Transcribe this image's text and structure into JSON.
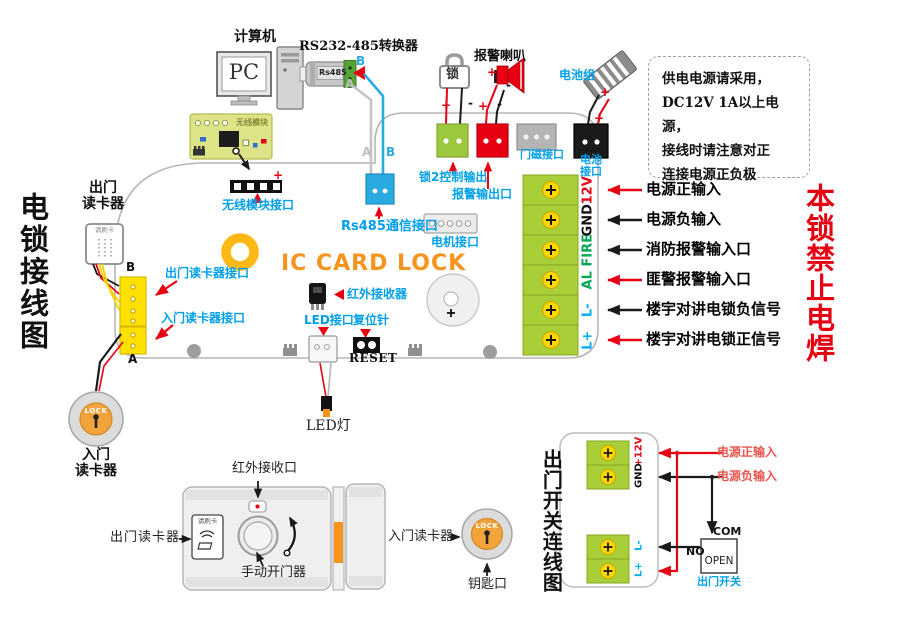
{
  "titles": {
    "left": "电锁接线图",
    "right": "本锁禁止电焊",
    "board": "IC CARD  LOCK",
    "exit_switch": "出门开关连线图"
  },
  "note": {
    "line1": "供电电源请采用，",
    "line2": "DC12V 1A以上电源，",
    "line3": "接线时请注意对正",
    "line4": "连接电源正负极"
  },
  "top": {
    "computer": "计算机",
    "pc": "PC",
    "converter": "RS232-485转换器",
    "converter_chip": "Rs485",
    "a": "A",
    "b": "B",
    "lock_char": "锁",
    "alarm_speaker": "报警喇叭",
    "battery": "电池组",
    "wireless_module": "无线模块"
  },
  "marks": {
    "plus": "+",
    "minus": "-"
  },
  "board": {
    "wireless_port": "无线模块接口",
    "lock2_out": "锁2控制输出",
    "alarm_out": "报警输出口",
    "door_magnet": "门磁接口",
    "battery_port_1": "电池",
    "battery_port_2": "接口",
    "rs485_port": "Rs485通信接口",
    "motor_port": "电机接口",
    "ir_receiver": "红外接收器",
    "led_port": "LED接口",
    "reset_pin": "复位针",
    "reset": "RESET",
    "exit_reader_port": "出门读卡器接口",
    "entry_reader_port": "入门读卡器接口",
    "b": "B",
    "a": "A"
  },
  "terminals": {
    "rows": [
      {
        "pin": "12V",
        "desc": "电源正输入"
      },
      {
        "pin": "GND",
        "desc": "电源负输入"
      },
      {
        "pin": "FIRE",
        "desc": "消防报警输入口"
      },
      {
        "pin": "AL",
        "desc": "匪警报警输入口"
      },
      {
        "pin": "L-",
        "desc": "楼宇对讲电锁负信号"
      },
      {
        "pin": "L+",
        "desc": "楼宇对讲电锁正信号"
      }
    ]
  },
  "readers": {
    "exit_line1": "出门",
    "exit_line2": "读卡器",
    "swipe": "请刷卡",
    "entry_line1": "入门",
    "entry_line2": "读卡器",
    "lock": "LOCK",
    "led": "LED灯"
  },
  "lock_unit": {
    "ir_port": "红外接收口",
    "exit_reader": "出门读卡器",
    "swipe": "请刷卡",
    "manual_opener": "手动开门器",
    "entry_reader": "入门读卡器",
    "keyhole": "钥匙口",
    "lock": "LOCK"
  },
  "exit_switch": {
    "pins": [
      "+12V",
      "GND",
      "L-",
      "L+"
    ],
    "power_pos": "电源正输入",
    "power_neg": "电源负输入",
    "com": "COM",
    "no": "NO",
    "open": "OPEN",
    "switch": "出门开关"
  }
}
